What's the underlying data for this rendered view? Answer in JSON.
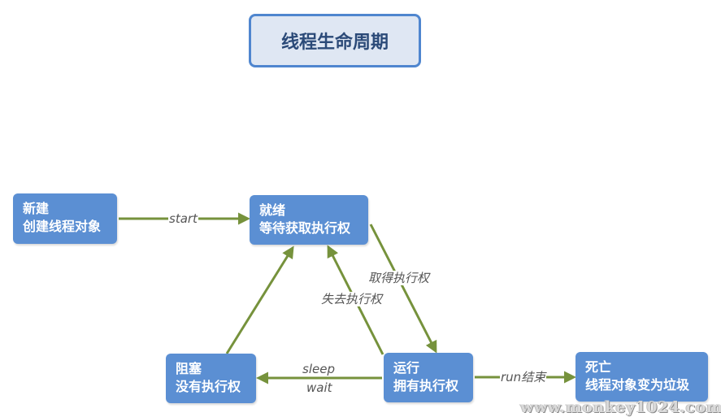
{
  "title": "线程生命周期",
  "nodes": {
    "new": {
      "line1": "新建",
      "line2": "创建线程对象"
    },
    "ready": {
      "line1": "就绪",
      "line2": "等待获取执行权"
    },
    "blocked": {
      "line1": "阻塞",
      "line2": "没有执行权"
    },
    "running": {
      "line1": "运行",
      "line2": "拥有执行权"
    },
    "dead": {
      "line1": "死亡",
      "line2": "线程对象变为垃圾"
    }
  },
  "edges": {
    "start": "start",
    "acquire": "取得执行权",
    "lose": "失去执行权",
    "sleep": "sleep",
    "wait": "wait",
    "run_end": "run结束"
  },
  "colors": {
    "node_fill": "#5b8fd3",
    "title_fill": "#dfe7f3",
    "title_border": "#4f86cf",
    "edge": "#76923c"
  },
  "watermark": "www.monkey1024.com"
}
